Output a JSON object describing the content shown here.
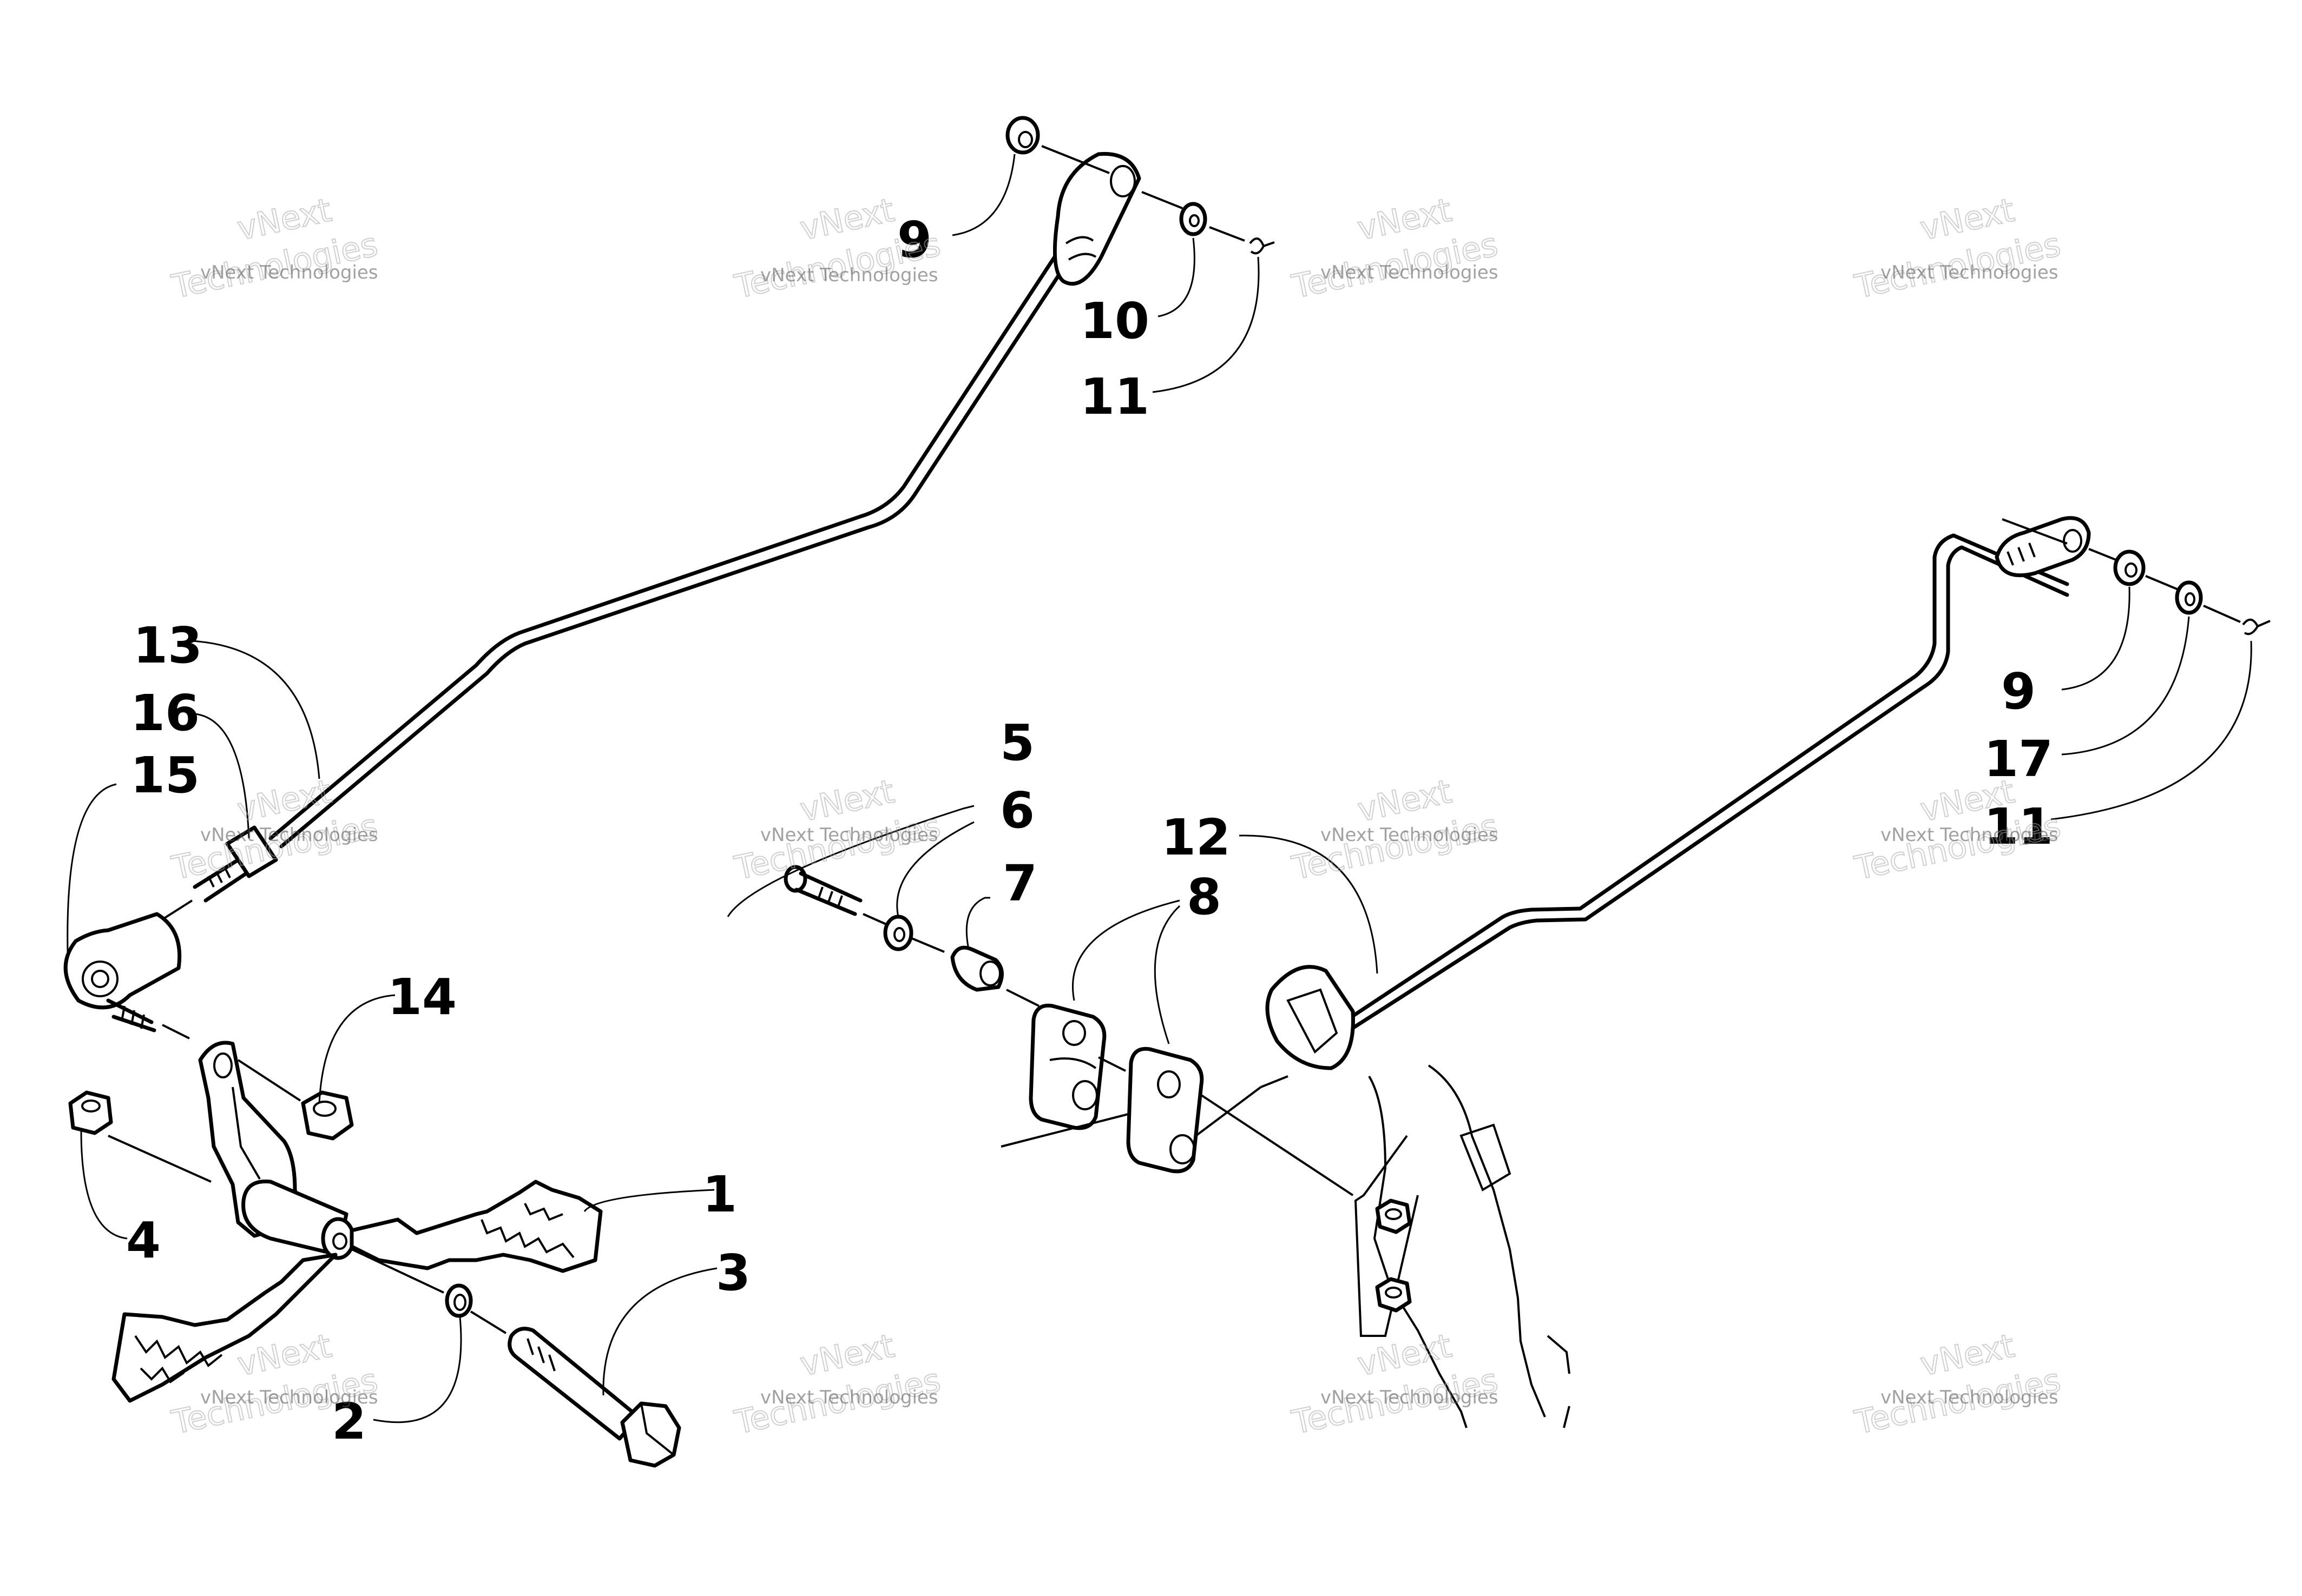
{
  "callouts": [
    {
      "id": "c1",
      "label": "1"
    },
    {
      "id": "c2",
      "label": "2"
    },
    {
      "id": "c3",
      "label": "3"
    },
    {
      "id": "c4",
      "label": "4"
    },
    {
      "id": "c5",
      "label": "5"
    },
    {
      "id": "c6",
      "label": "6"
    },
    {
      "id": "c7",
      "label": "7"
    },
    {
      "id": "c8",
      "label": "8"
    },
    {
      "id": "c9a",
      "label": "9"
    },
    {
      "id": "c9b",
      "label": "9"
    },
    {
      "id": "c10",
      "label": "10"
    },
    {
      "id": "c11a",
      "label": "11"
    },
    {
      "id": "c11b",
      "label": "11"
    },
    {
      "id": "c12",
      "label": "12"
    },
    {
      "id": "c13",
      "label": "13"
    },
    {
      "id": "c14",
      "label": "14"
    },
    {
      "id": "c15",
      "label": "15"
    },
    {
      "id": "c16",
      "label": "16"
    },
    {
      "id": "c17",
      "label": "17"
    }
  ],
  "watermark": {
    "small": "vNext Technologies",
    "big_line1": "vNext",
    "big_line2": "Technologies"
  }
}
